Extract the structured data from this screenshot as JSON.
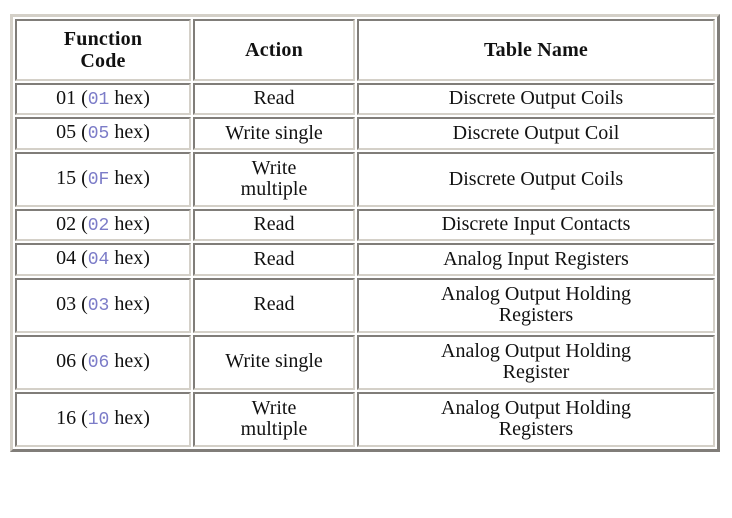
{
  "table": {
    "name": "modbus-function-code-table",
    "columns": [
      {
        "key": "function_code",
        "label": "Function\nCode"
      },
      {
        "key": "action",
        "label": "Action"
      },
      {
        "key": "table_name",
        "label": "Table Name"
      }
    ],
    "headers": {
      "function_code": "Function Code",
      "function_code_line1": "Function",
      "function_code_line2": "Code",
      "action": "Action",
      "table_name": "Table Name"
    },
    "rows": [
      {
        "decimal": "01",
        "hex": "01",
        "code_prefix": "01 (",
        "code_suffix": " hex)",
        "action": "Read",
        "action_line1": "Read",
        "action_line2": "",
        "table_name": "Discrete Output Coils",
        "table_line1": "Discrete Output Coils",
        "table_line2": "",
        "lines": 1
      },
      {
        "decimal": "05",
        "hex": "05",
        "code_prefix": "05 (",
        "code_suffix": " hex)",
        "action": "Write single",
        "action_line1": "Write single",
        "action_line2": "",
        "table_name": "Discrete Output Coil",
        "table_line1": "Discrete Output Coil",
        "table_line2": "",
        "lines": 1
      },
      {
        "decimal": "15",
        "hex": "0F",
        "code_prefix": "15 (",
        "code_suffix": " hex)",
        "action": "Write multiple",
        "action_line1": "Write",
        "action_line2": "multiple",
        "table_name": "Discrete Output Coils",
        "table_line1": "Discrete Output Coils",
        "table_line2": "",
        "lines": 2
      },
      {
        "decimal": "02",
        "hex": "02",
        "code_prefix": "02 (",
        "code_suffix": " hex)",
        "action": "Read",
        "action_line1": "Read",
        "action_line2": "",
        "table_name": "Discrete Input Contacts",
        "table_line1": "Discrete Input Contacts",
        "table_line2": "",
        "lines": 1
      },
      {
        "decimal": "04",
        "hex": "04",
        "code_prefix": "04 (",
        "code_suffix": " hex)",
        "action": "Read",
        "action_line1": "Read",
        "action_line2": "",
        "table_name": "Analog Input Registers",
        "table_line1": "Analog Input Registers",
        "table_line2": "",
        "lines": 1
      },
      {
        "decimal": "03",
        "hex": "03",
        "code_prefix": "03 (",
        "code_suffix": " hex)",
        "action": "Read",
        "action_line1": "Read",
        "action_line2": "",
        "table_name": "Analog Output Holding Registers",
        "table_line1": "Analog Output Holding",
        "table_line2": "Registers",
        "lines": 2
      },
      {
        "decimal": "06",
        "hex": "06",
        "code_prefix": "06 (",
        "code_suffix": " hex)",
        "action": "Write single",
        "action_line1": "Write single",
        "action_line2": "",
        "table_name": "Analog Output Holding Register",
        "table_line1": "Analog Output Holding",
        "table_line2": "Register",
        "lines": 2
      },
      {
        "decimal": "16",
        "hex": "10",
        "code_prefix": "16 (",
        "code_suffix": " hex)",
        "action": "Write multiple",
        "action_line1": "Write",
        "action_line2": "multiple",
        "table_name": "Analog Output Holding Registers",
        "table_line1": "Analog Output Holding",
        "table_line2": "Registers",
        "lines": 2
      }
    ]
  },
  "colors": {
    "hex_text": "#7c7cc8",
    "body_text": "#111111",
    "border": "#d4d0c8",
    "background": "#ffffff"
  }
}
